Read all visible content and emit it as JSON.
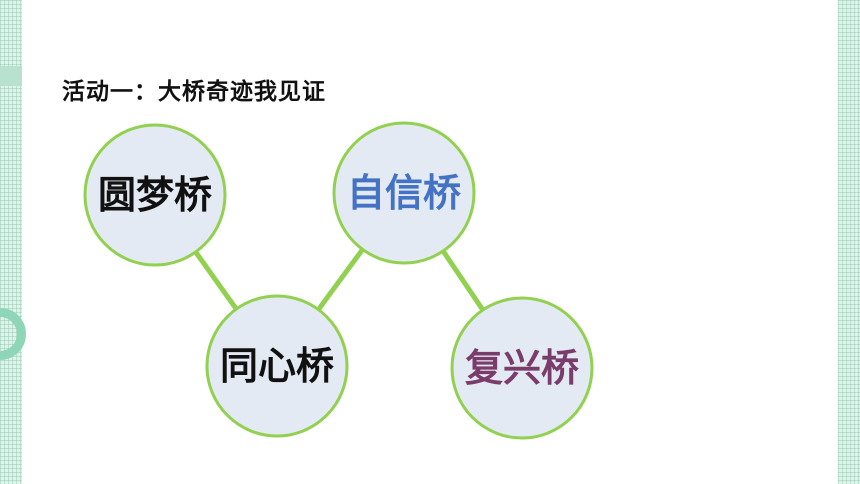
{
  "title": "活动一：大桥奇迹我见证",
  "colors": {
    "circle_fill": "#e4eaf4",
    "circle_stroke": "#92d050",
    "connector": "#92d050",
    "label_default": "#111111",
    "label_blue": "#4472c4",
    "label_purple": "#7a3c6b"
  },
  "nodes": [
    {
      "id": "yuanmeng",
      "label": "圆梦桥",
      "color": "#111111"
    },
    {
      "id": "zixin",
      "label": "自信桥",
      "color": "#4472c4"
    },
    {
      "id": "tongxin",
      "label": "同心桥",
      "color": "#111111"
    },
    {
      "id": "fuxing",
      "label": "复兴桥",
      "color": "#7a3c6b"
    }
  ],
  "connections": [
    {
      "from": "yuanmeng",
      "to": "tongxin"
    },
    {
      "from": "tongxin",
      "to": "zixin"
    },
    {
      "from": "zixin",
      "to": "fuxing"
    }
  ]
}
